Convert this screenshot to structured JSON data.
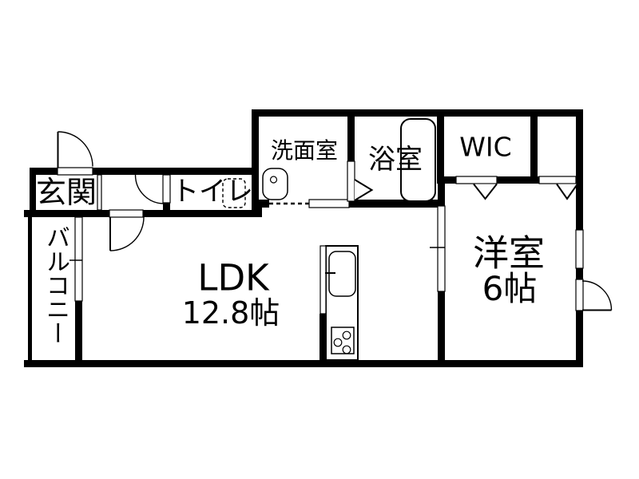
{
  "title": "apartment floor plan",
  "colors": {
    "wall": "#000000",
    "background": "#ffffff",
    "fixture_stroke": "#000000"
  },
  "rooms": {
    "entrance": {
      "label": "玄関"
    },
    "toilet": {
      "label": "トイレ"
    },
    "washroom": {
      "label": "洗面室"
    },
    "bathroom": {
      "label": "浴室"
    },
    "wic": {
      "label": "WIC"
    },
    "western_room": {
      "label": "洋室",
      "size": "6帖"
    },
    "ldk": {
      "label": "LDK",
      "size": "12.8帖"
    },
    "balcony": {
      "label": "バルコニー"
    }
  },
  "fixtures": [
    "bathtub",
    "wash-basin",
    "toilet-fixture",
    "kitchen-counter",
    "kitchen-sink",
    "stove",
    "entrance-door",
    "toilet-door",
    "ldk-door",
    "bathroom-folding-door",
    "wic-folding-door",
    "closet-folding-door",
    "western-room-door",
    "western-room-window",
    "balcony-window",
    "ldk-sliding-door",
    "washroom-sliding-door"
  ]
}
